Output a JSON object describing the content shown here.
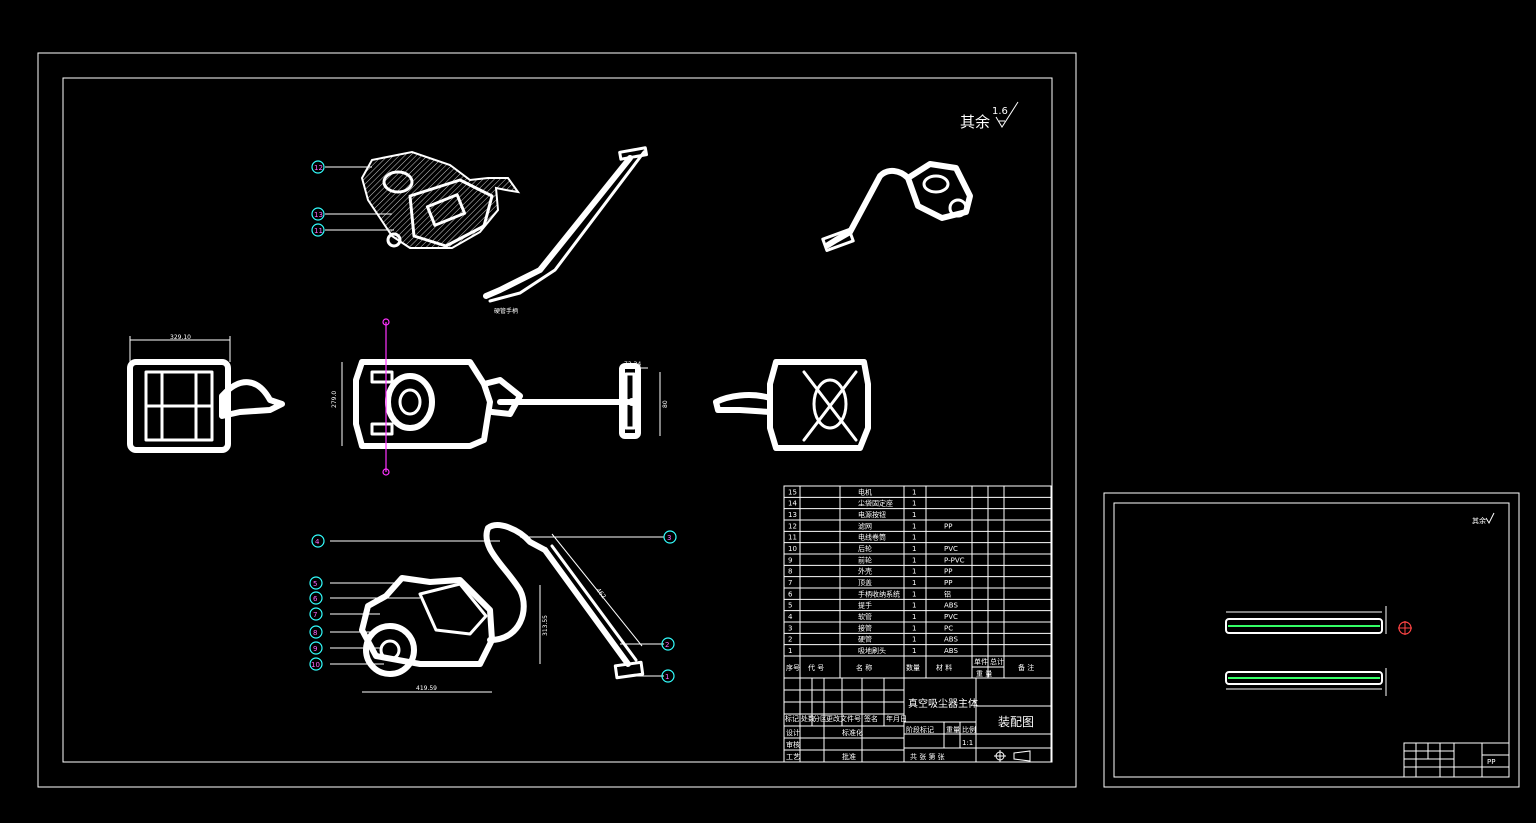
{
  "drawing": {
    "surface_note": "其余",
    "roughness": "1.6",
    "title": "真空吸尘器主体",
    "drawing_name": "装配图",
    "scale": "1:1",
    "material_code": "PP",
    "sheet_note": "共 张  第 张"
  },
  "balloons": [
    "12",
    "13",
    "11",
    "4",
    "5",
    "6",
    "7",
    "8",
    "9",
    "10",
    "3",
    "2",
    "1"
  ],
  "dimensions": {
    "top_width": "329.10",
    "side_height": "279.0",
    "head_width": "73.34",
    "head_height": "80",
    "tube_length": "462",
    "body_height": "313.55",
    "body_width": "419.59"
  },
  "bom": {
    "rows": [
      {
        "no": "15",
        "name": "电机",
        "qty": "1",
        "mat": ""
      },
      {
        "no": "14",
        "name": "尘袋固定座",
        "qty": "1",
        "mat": ""
      },
      {
        "no": "13",
        "name": "电源按钮",
        "qty": "1",
        "mat": ""
      },
      {
        "no": "12",
        "name": "滤网",
        "qty": "1",
        "mat": "PP"
      },
      {
        "no": "11",
        "name": "电线卷筒",
        "qty": "1",
        "mat": ""
      },
      {
        "no": "10",
        "name": "后轮",
        "qty": "1",
        "mat": "PVC"
      },
      {
        "no": "9",
        "name": "前轮",
        "qty": "1",
        "mat": "P-PVC"
      },
      {
        "no": "8",
        "name": "外壳",
        "qty": "1",
        "mat": "PP"
      },
      {
        "no": "7",
        "name": "顶盖",
        "qty": "1",
        "mat": "PP"
      },
      {
        "no": "6",
        "name": "手柄收纳系统",
        "qty": "1",
        "mat": "铝"
      },
      {
        "no": "5",
        "name": "提手",
        "qty": "1",
        "mat": "ABS"
      },
      {
        "no": "4",
        "name": "软管",
        "qty": "1",
        "mat": "PVC"
      },
      {
        "no": "3",
        "name": "接管",
        "qty": "1",
        "mat": "PC"
      },
      {
        "no": "2",
        "name": "硬管",
        "qty": "1",
        "mat": "ABS"
      },
      {
        "no": "1",
        "name": "吸地刷头",
        "qty": "1",
        "mat": "ABS"
      }
    ],
    "header": {
      "no": "序号",
      "code": "代  号",
      "name": "名    称",
      "qty": "数量",
      "mat": "材  料",
      "unit": "单件",
      "total": "总计",
      "weight": "重    量",
      "remark": "备  注"
    },
    "rev_labels": [
      "标记",
      "处数",
      "分区",
      "更改文件号",
      "签名",
      "年月日"
    ],
    "roles": [
      "设计",
      "审核",
      "工艺",
      "标准化",
      "批准"
    ],
    "stage_labels": [
      "阶段标记",
      "重量",
      "比例"
    ]
  }
}
